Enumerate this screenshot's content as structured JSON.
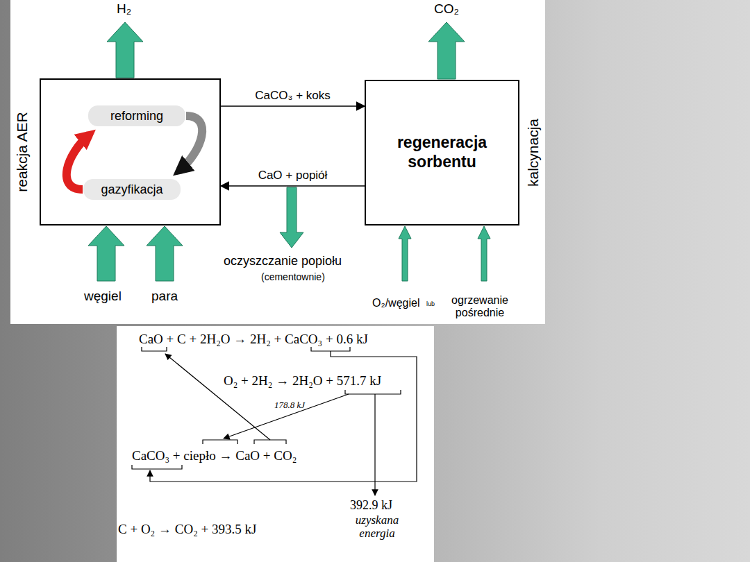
{
  "diagram": {
    "nodes": [
      {
        "text": [
          "reakcja AER"
        ]
      },
      {
        "text": [
          "reforming"
        ],
        "in": 0
      },
      {
        "text": [
          "gazyfikacja"
        ],
        "in": 0
      },
      {
        "text": [
          "regeneracja sorbentu",
          "kalcynacja"
        ]
      }
    ],
    "edges": [
      {
        "from": 0,
        "to": 3,
        "label": "CaCO₃ + koks",
        "arrow": "to"
      },
      {
        "from": 3,
        "to": 0,
        "label": "CaO + popiół",
        "arrow": "to"
      },
      {
        "from": 1,
        "to": 2,
        "arrow": "to"
      },
      {
        "from": 2,
        "to": 1,
        "arrow": "to"
      }
    ],
    "labels": [
      "H₂",
      "CO₂",
      "oczyszczanie popiołu",
      "(cementownie)",
      "węgiel",
      "para",
      "O₂/węgiel",
      "lub",
      "ogrzewanie pośrednie",
      "CaO + C + 2H₂O → 2H₂ + CaCO₃ + 0.6 kJ",
      "O₂ + 2H₂ → 2H₂O + 571.7 kJ",
      "178.8 kJ",
      "CaCO₃ + ciepło → CaO + CO₂",
      "392.9 kJ",
      "uzyskana energia",
      "C + O₂ → CO₂ + 393.5 kJ"
    ]
  }
}
